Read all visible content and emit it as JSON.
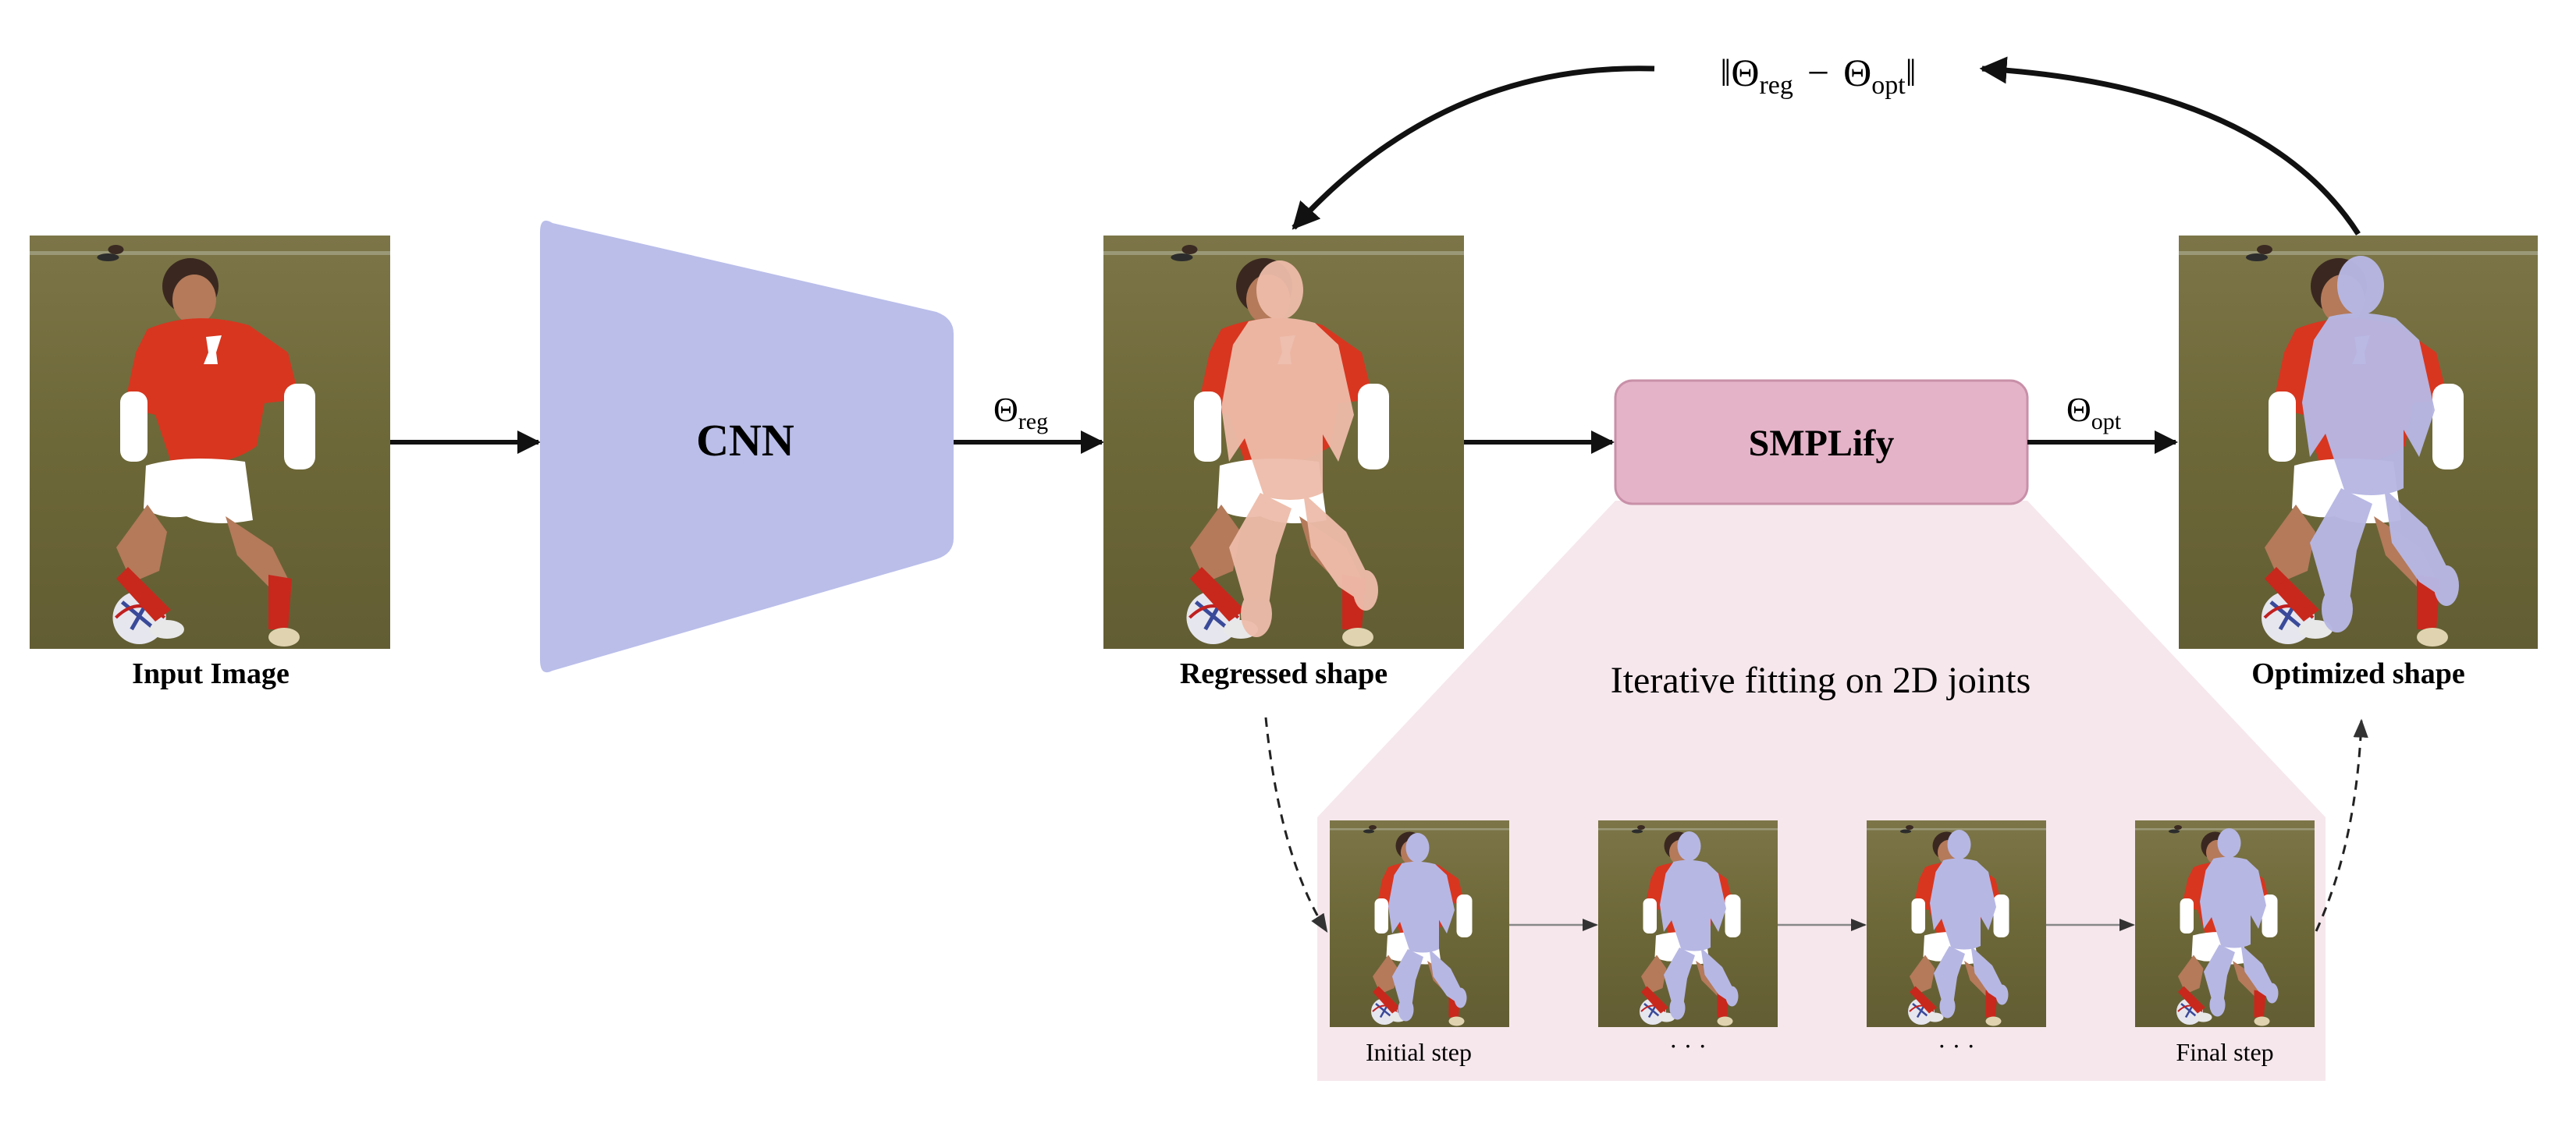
{
  "nodes": {
    "input_image": {
      "caption": "Input Image"
    },
    "cnn": {
      "label": "CNN",
      "fill": "#babee9"
    },
    "regressed_shape": {
      "caption": "Regressed shape"
    },
    "smplify": {
      "label": "SMPLify",
      "fill": "#e5b3c8",
      "stroke": "#c890a8"
    },
    "optimized_shape": {
      "caption": "Optimized shape"
    }
  },
  "edges": {
    "theta_reg": {
      "symbol": "Θ",
      "sub": "reg"
    },
    "theta_opt": {
      "symbol": "Θ",
      "sub": "opt"
    },
    "loss": {
      "open": "‖",
      "theta1": "Θ",
      "sub1": "reg",
      "minus": "−",
      "theta2": "Θ",
      "sub2": "opt",
      "close": "‖"
    }
  },
  "fitting_panel": {
    "title": "Iterative fitting on 2D joints",
    "background": "#f6e7ec",
    "steps": [
      {
        "caption": "Initial step"
      },
      {
        "caption": "· · ·"
      },
      {
        "caption": "· · ·"
      },
      {
        "caption": "Final step"
      }
    ]
  },
  "colors": {
    "grass": "#6f6a3a",
    "jersey_red": "#d8361f",
    "mesh_skin": "#eebcaa",
    "mesh_lavender": "#b7b7e4"
  }
}
